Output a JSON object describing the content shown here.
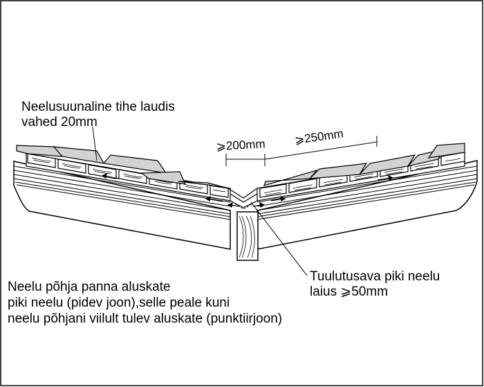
{
  "labels": {
    "boarding_line1": "Neelusuunaline tihe laudis",
    "boarding_line2": "vahed 20mm",
    "dim_200": "⩾200mm",
    "dim_250": "⩾250mm",
    "vent_line1": "Tuulutusava piki neelu",
    "vent_line2": "laius ⩾50mm",
    "underlay_line1": "Neelu põhja panna aluskate",
    "underlay_line2": "piki neelu (pidev joon),selle peale kuni",
    "underlay_line3": "neelu põhjani viilult tulev aluskate (punktiirjoon)"
  },
  "colors": {
    "line": "#000000",
    "roofing": "#d2d2d2",
    "background": "#ffffff"
  }
}
